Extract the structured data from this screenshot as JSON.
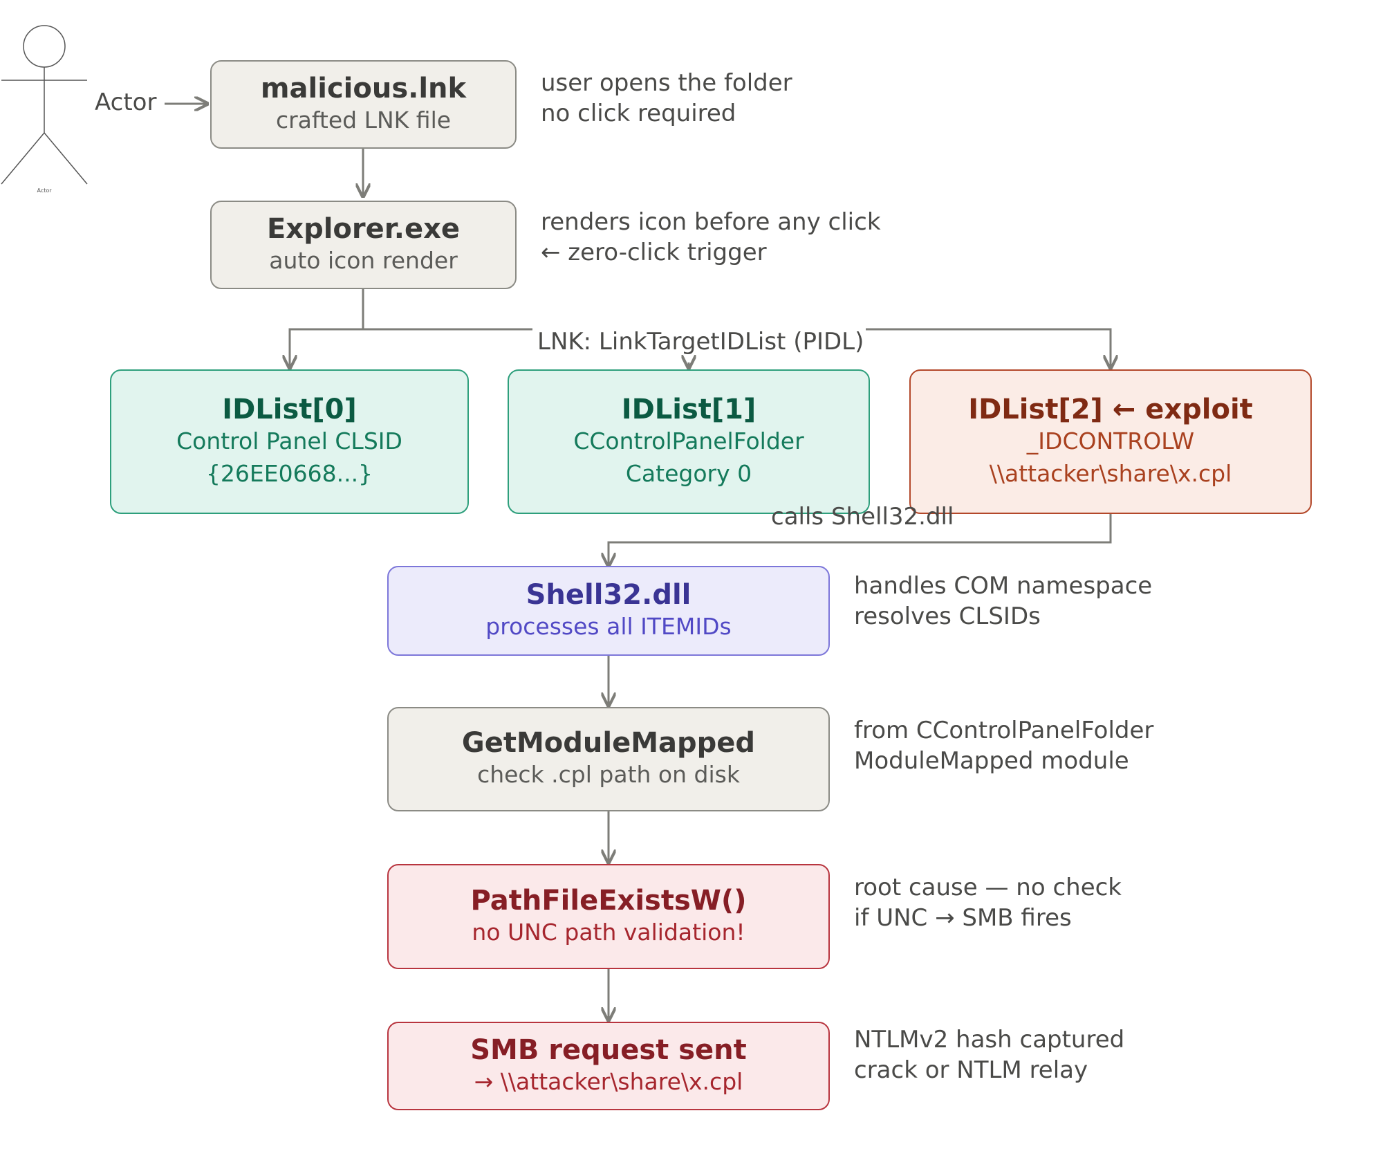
{
  "actor": {
    "label": "Actor",
    "small_label": "Actor"
  },
  "nodes": {
    "lnk": {
      "title": "malicious.lnk",
      "sub": [
        "crafted LNK file"
      ]
    },
    "explorer": {
      "title": "Explorer.exe",
      "sub": [
        "auto icon render"
      ]
    },
    "idl0": {
      "title": "IDList[0]",
      "sub": [
        "Control Panel CLSID",
        "{26EE0668...}"
      ]
    },
    "idl1": {
      "title": "IDList[1]",
      "sub": [
        "CControlPanelFolder",
        "Category 0"
      ]
    },
    "idl2": {
      "title": "IDList[2] ← exploit",
      "sub": [
        "_IDCONTROLW",
        "\\\\attacker\\share\\x.cpl"
      ]
    },
    "shell32": {
      "title": "Shell32.dll",
      "sub": [
        "processes all ITEMIDs"
      ]
    },
    "getmod": {
      "title": "GetModuleMapped",
      "sub": [
        "check .cpl path on disk"
      ]
    },
    "pfe": {
      "title": "PathFileExistsW()",
      "sub": [
        "no UNC path validation!"
      ]
    },
    "smb": {
      "title": "SMB request sent",
      "sub": [
        "→ \\\\attacker\\share\\x.cpl"
      ]
    }
  },
  "notes": {
    "lnk": [
      "user opens the folder",
      "no click required"
    ],
    "explorer": [
      "renders icon before any click",
      "← zero-click trigger"
    ],
    "shell32": [
      "handles COM namespace",
      "resolves CLSIDs"
    ],
    "getmod": [
      "from CControlPanelFolder",
      "ModuleMapped module"
    ],
    "pfe": [
      "root cause — no check",
      "if UNC → SMB fires"
    ],
    "smb": [
      "NTLMv2 hash captured",
      "crack or NTLM relay"
    ]
  },
  "edge_labels": {
    "pidl": "LNK: LinkTargetIDList (PIDL)",
    "calls": "calls Shell32.dll"
  }
}
